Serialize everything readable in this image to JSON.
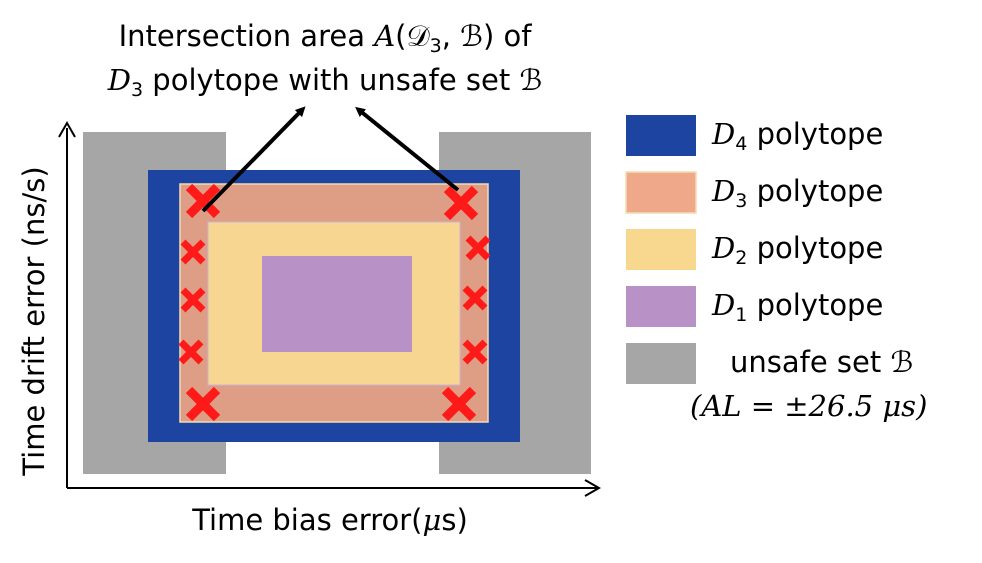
{
  "annotation": {
    "line1_text": "Intersection area ",
    "line1_fn": "A",
    "line1_args": "(𝒟",
    "line1_sub": "3",
    "line1_set": ", ℬ)",
    "line1_tail": " of",
    "line2_var": "D",
    "line2_sub": "3",
    "line2_text": " polytope with unsafe set ",
    "line2_set": "ℬ"
  },
  "axes": {
    "x_label_text": "Time bias error(",
    "x_label_unit": "μ",
    "x_label_end": "s)",
    "y_label": "Time drift error (ns/s)"
  },
  "legend": [
    {
      "var": "D",
      "sub": "4",
      "text": " polytope",
      "color": "#1c44a0"
    },
    {
      "var": "D",
      "sub": "3",
      "text": " polytope",
      "color": "#f0a88b"
    },
    {
      "var": "D",
      "sub": "2",
      "text": " polytope",
      "color": "#f8d78f"
    },
    {
      "var": "D",
      "sub": "1",
      "text": " polytope",
      "color": "#b892c7"
    },
    {
      "text": "unsafe set ℬ",
      "note": "(AL = ±26.5 μs)",
      "color": "#a6a6a6"
    }
  ],
  "colors": {
    "d4": "#1c44a0",
    "d3": "#de9e86",
    "d2": "#f6d690",
    "d1": "#b892c7",
    "unsafe": "#a6a6a6",
    "marker": "#ff1a1a"
  }
}
